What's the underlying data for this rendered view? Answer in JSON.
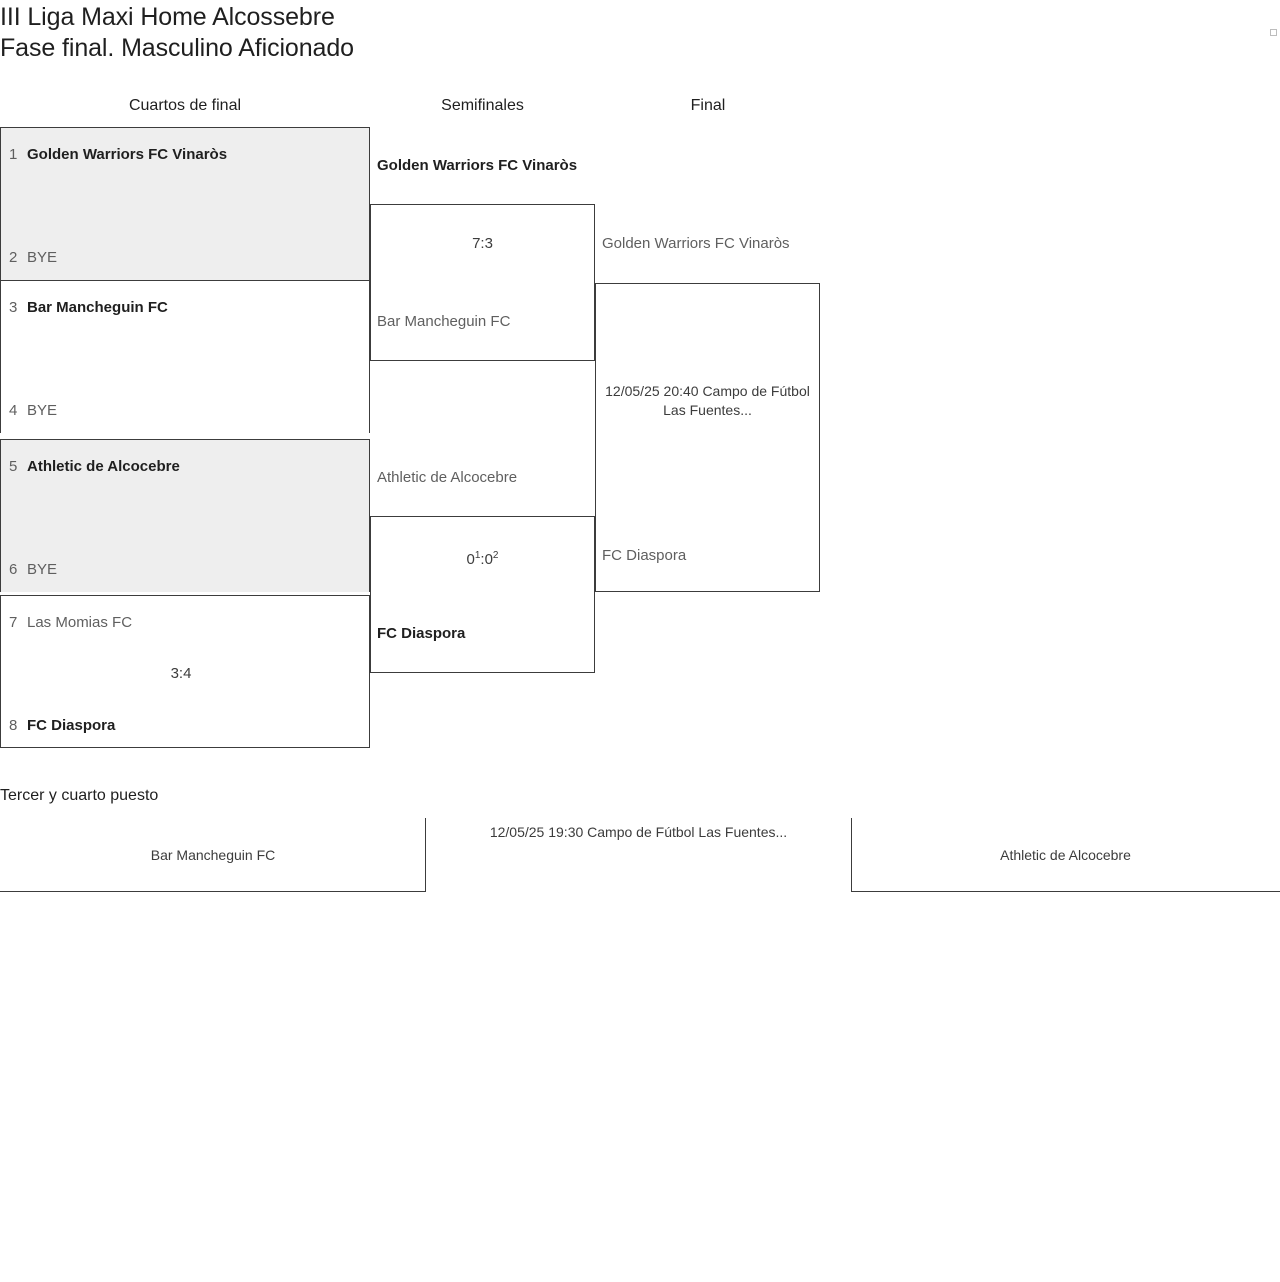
{
  "title": {
    "line1": "III Liga Maxi Home Alcossebre",
    "line2": "Fase final. Masculino Aficionado"
  },
  "rounds": {
    "quarterfinals_label": "Cuartos de final",
    "semifinals_label": "Semifinales",
    "final_label": "Final"
  },
  "quarterfinals": [
    {
      "top": {
        "seed": "1",
        "team": "Golden Warriors FC Vinaròs",
        "result": "win"
      },
      "bottom": {
        "seed": "2",
        "team": "BYE",
        "result": "lose"
      },
      "score": ""
    },
    {
      "top": {
        "seed": "3",
        "team": "Bar Mancheguin FC",
        "result": "win"
      },
      "bottom": {
        "seed": "4",
        "team": "BYE",
        "result": "lose"
      },
      "score": ""
    },
    {
      "top": {
        "seed": "5",
        "team": "Athletic de Alcocebre",
        "result": "win"
      },
      "bottom": {
        "seed": "6",
        "team": "BYE",
        "result": "lose"
      },
      "score": ""
    },
    {
      "top": {
        "seed": "7",
        "team": "Las Momias FC",
        "result": "lose"
      },
      "bottom": {
        "seed": "8",
        "team": "FC Diaspora",
        "result": "win"
      },
      "score": "3:4"
    }
  ],
  "semifinals": [
    {
      "top": {
        "team": "Golden Warriors FC Vinaròs",
        "result": "win"
      },
      "bottom": {
        "team": "Bar Mancheguin FC",
        "result": "lose"
      },
      "score_home": "7",
      "score_away": "3",
      "score": "7:3"
    },
    {
      "top": {
        "team": "Athletic de Alcocebre",
        "result": "lose"
      },
      "bottom": {
        "team": "FC Diaspora",
        "result": "win"
      },
      "score_home": "0",
      "score_home_sup": "1",
      "score_away": "0",
      "score_away_sup": "2",
      "score": "0:0"
    }
  ],
  "final": {
    "top": {
      "team": "Golden Warriors FC Vinaròs",
      "result": "pending"
    },
    "bottom": {
      "team": "FC Diaspora",
      "result": "pending"
    },
    "info": "12/05/25 20:40 Campo de Fútbol Las Fuentes..."
  },
  "third_place": {
    "title": "Tercer y cuarto puesto",
    "left_team": "Bar Mancheguin FC",
    "right_team": "Athletic de Alcocebre",
    "info": "12/05/25 19:30 Campo de Fútbol Las Fuentes..."
  },
  "colors": {
    "text_primary": "#1f1f1f",
    "text_muted": "#5f5f5f",
    "border": "#3c3c3c",
    "shade": "#eeeeee",
    "corner_square": "#bdbdbd"
  }
}
